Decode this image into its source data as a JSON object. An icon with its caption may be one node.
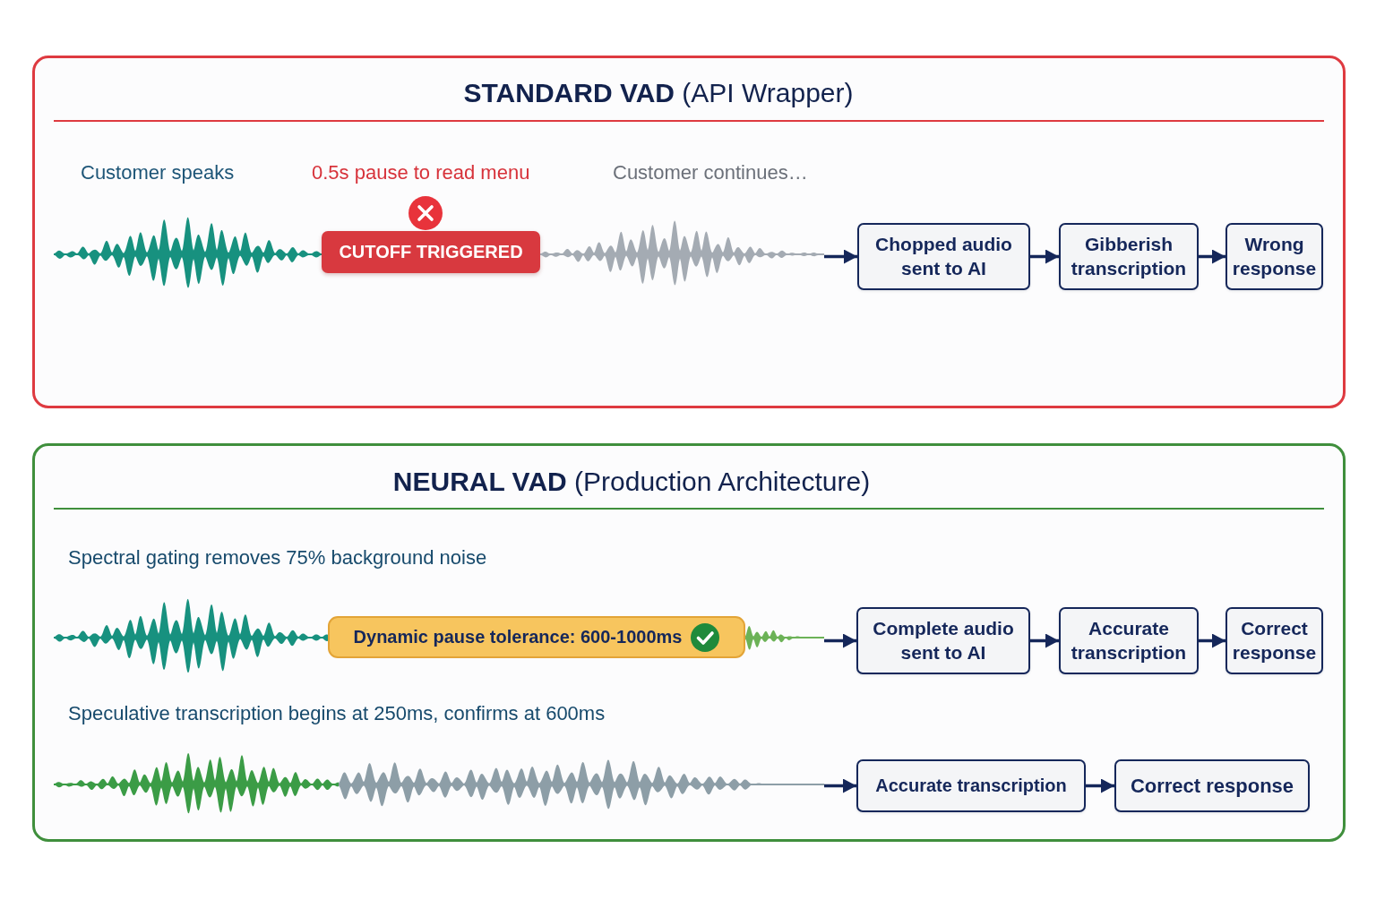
{
  "diagram": {
    "nodes": [
      {
        "text": [
          "**STANDARD VAD** (API Wrapper)"
        ]
      },
      {
        "text": [],
        "shape": "waveform",
        "in": 0
      },
      {
        "text": [
          "CUTOFF TRIGGERED"
        ],
        "in": 0
      },
      {
        "text": [],
        "shape": "waveform",
        "in": 0
      },
      {
        "text": [
          "Chopped audio sent to AI"
        ],
        "in": 0
      },
      {
        "text": [
          "Gibberish transcription"
        ],
        "in": 0
      },
      {
        "text": [
          "Wrong response"
        ],
        "in": 0
      },
      {
        "text": [
          "**NEURAL VAD** (Production Architecture)"
        ]
      },
      {
        "text": [],
        "shape": "waveform",
        "in": 7
      },
      {
        "text": [
          "Dynamic pause tolerance: 600-1000ms"
        ],
        "in": 7
      },
      {
        "text": [],
        "shape": "waveform",
        "in": 7
      },
      {
        "text": [
          "Complete audio sent to AI"
        ],
        "in": 7
      },
      {
        "text": [
          "Accurate transcription"
        ],
        "in": 7
      },
      {
        "text": [
          "Correct response"
        ],
        "in": 7
      },
      {
        "text": [],
        "shape": "waveform",
        "in": 7
      },
      {
        "text": [],
        "shape": "waveform",
        "in": 7
      },
      {
        "text": [
          "Accurate transcription"
        ],
        "in": 7
      },
      {
        "text": [
          "Correct response"
        ],
        "in": 7
      }
    ],
    "edges": [
      {
        "from": 3,
        "to": 4,
        "arrow": "to"
      },
      {
        "from": 4,
        "to": 5,
        "arrow": "to"
      },
      {
        "from": 5,
        "to": 6,
        "arrow": "to"
      },
      {
        "from": 10,
        "to": 11,
        "arrow": "to"
      },
      {
        "from": 11,
        "to": 12,
        "arrow": "to"
      },
      {
        "from": 12,
        "to": 13,
        "arrow": "to"
      },
      {
        "from": 15,
        "to": 16,
        "arrow": "to"
      },
      {
        "from": 16,
        "to": 17,
        "arrow": "to"
      }
    ],
    "labels": [
      "Customer speaks",
      "0.5s pause to read menu",
      "Customer continues…",
      "Spectral gating removes 75% background noise",
      "Speculative transcription begins at 250ms, confirms at 600ms"
    ]
  }
}
